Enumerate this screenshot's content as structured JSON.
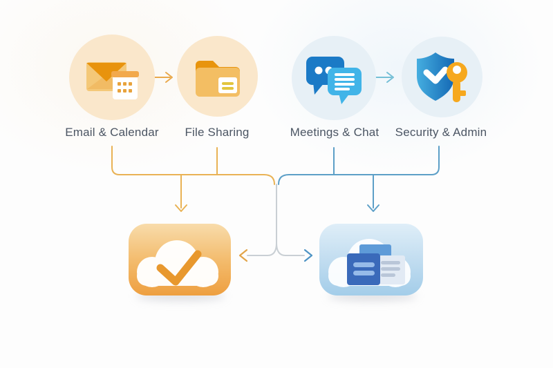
{
  "diagram": {
    "title": "productivity suite services flowing to cloud",
    "features": [
      {
        "label": "Email & Calendar",
        "icon": "email-calendar-icon"
      },
      {
        "label": "File Sharing",
        "icon": "folder-icon"
      },
      {
        "label": "Meetings & Chat",
        "icon": "chat-bubbles-icon"
      },
      {
        "label": "Security & Admin",
        "icon": "shield-key-icon"
      }
    ],
    "targets": [
      {
        "name": "cloud-checkmark",
        "icon": "cloud-checkmark-icon"
      },
      {
        "name": "cloud-documents",
        "icon": "cloud-documents-icon"
      }
    ],
    "colors": {
      "orange_accent": "#e8940d",
      "orange_soft": "#f3be63",
      "peach_circle": "#fae7cb",
      "blue_accent": "#1878c6",
      "blue_light": "#41b4e8",
      "blue_circle": "#e7f0f6",
      "connector_orange": "#e9b254",
      "connector_blue": "#5c9fc7",
      "connector_gray": "#c9cfd4",
      "label_text": "#4b5563",
      "shield_key_gold": "#f6a81e"
    }
  }
}
